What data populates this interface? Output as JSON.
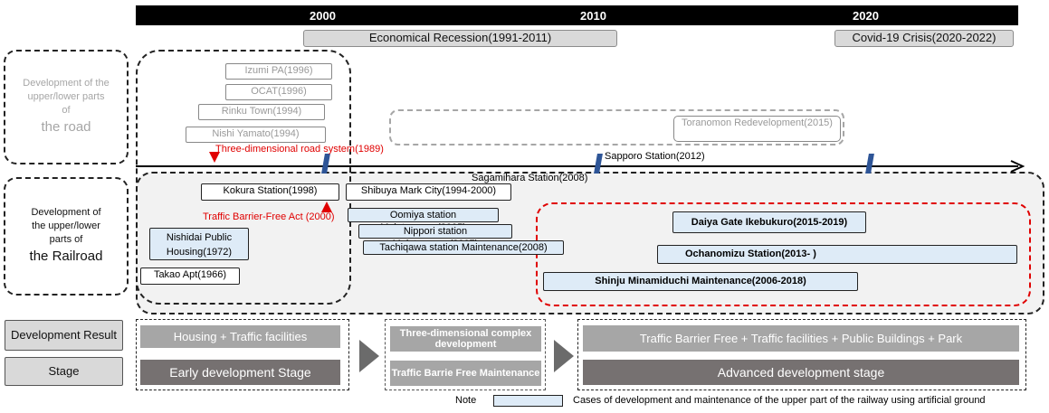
{
  "timeline": {
    "years": [
      "2000",
      "2010",
      "2020"
    ]
  },
  "events": {
    "recession": "Economical Recession(1991-2011)",
    "covid": "Covid-19 Crisis(2020-2022)"
  },
  "row_labels": {
    "road": {
      "line1": "Development of the",
      "line2": "upper/lower parts",
      "line3": "of",
      "line4": "the road"
    },
    "railroad": {
      "line1": "Development of",
      "line2": "the upper/lower",
      "line3": "parts of",
      "line4": "the Railroad"
    }
  },
  "road_items": {
    "izumi": "Izumi PA(1996)",
    "ocat": "OCAT(1996)",
    "rinku": "Rinku Town(1994)",
    "nishi_yamato": "Nishi Yamato(1994)",
    "toranomon": "Toranomon Redevelopment(2015)"
  },
  "annotations": {
    "road_system": "Three-dimensional road system(1989)",
    "barrier_free_act": "Traffic Barrier-Free Act (2000)",
    "sapporo": "Sapporo Station(2012)",
    "sagamihara": "Sagamihara Station(2008)"
  },
  "rail_items": {
    "kokura": "Kokura Station(1998)",
    "shibuya": "Shibuya Mark City(1994-2000)",
    "nishidai": "Nishidai Public Housing(1972)",
    "takao": "Takao Apt(1966)",
    "omiya": "Oomiya station Maintenance(2005)",
    "nippori": "Nippori station Maintenance(2007)",
    "tachiqawa": "Tachiqawa station Maintenance(2008)",
    "daiya": "Daiya Gate Ikebukuro(2015-2019)",
    "ochanomizu": "Ochanomizu Station(2013- )",
    "shinju": "Shinju Minamiduchi Maintenance(2006-2018)"
  },
  "bottom": {
    "result_label": "Development Result",
    "stage_label": "Stage",
    "early_result": "Housing + Traffic facilities",
    "early_stage": "Early development Stage",
    "mid_result": "Three-dimensional complex development",
    "mid_stage": "Traffic Barrie Free Maintenance",
    "adv_result": "Traffic Barrier Free + Traffic facilities + Public Buildings + Park",
    "adv_stage": "Advanced development stage"
  },
  "note": {
    "label": "Note",
    "text": "Cases of development and maintenance of the upper part of the railway using artificial ground"
  },
  "colors": {
    "red_annotation": "#e00000",
    "blue_box": "#deebf7",
    "tick_blue": "#2e5597"
  }
}
